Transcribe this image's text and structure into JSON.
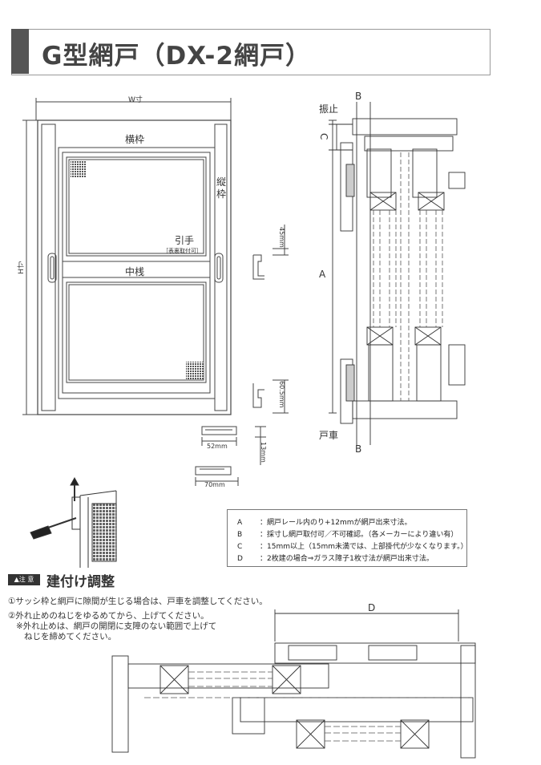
{
  "title": "G型網戸（DX-2網戸）",
  "front_view": {
    "width_label": "W寸",
    "height_label": "H寸",
    "top_rail_label": "横枠",
    "stile_label": "縦枠",
    "handle_label": "引手",
    "handle_note": "［表裏取付可］",
    "middle_rail_label": "中桟"
  },
  "sections": {
    "dim_45": "45mm",
    "dim_60_5": "60.5mm",
    "dim_52": "52mm",
    "dim_13": "13mm",
    "dim_70": "70mm"
  },
  "side_section": {
    "b_top": "B",
    "b_bottom": "B",
    "c_label": "C",
    "a_label": "A",
    "top_stop_label": "振止",
    "roller_label": "戸車"
  },
  "notes": [
    {
      "key": "A",
      "text": "：網戸レール内のり+12mmが網戸出来寸法。"
    },
    {
      "key": "B",
      "text": "：採寸し網戸取付可／不可確認。（各メーカーにより違い有）"
    },
    {
      "key": "C",
      "text": "：15mm以上（15mm未満では、上部掛代が少なくなります。）"
    },
    {
      "key": "D",
      "text": "：2枚建の場合⇒ガラス障子1枚寸法が網戸出来寸法。"
    }
  ],
  "caution_badge": "▲注 意",
  "adjust_title": "建付け調整",
  "instructions": [
    "①サッシ枠と網戸に隙間が生じる場合は、戸車を調整してください。",
    "②外れ止めのねじをゆるめてから、上げてください。",
    "※外れ止めは、網戸の開閉に支障のない範囲で上げて",
    "ねじを締めてください。"
  ],
  "plan_d_label": "D"
}
